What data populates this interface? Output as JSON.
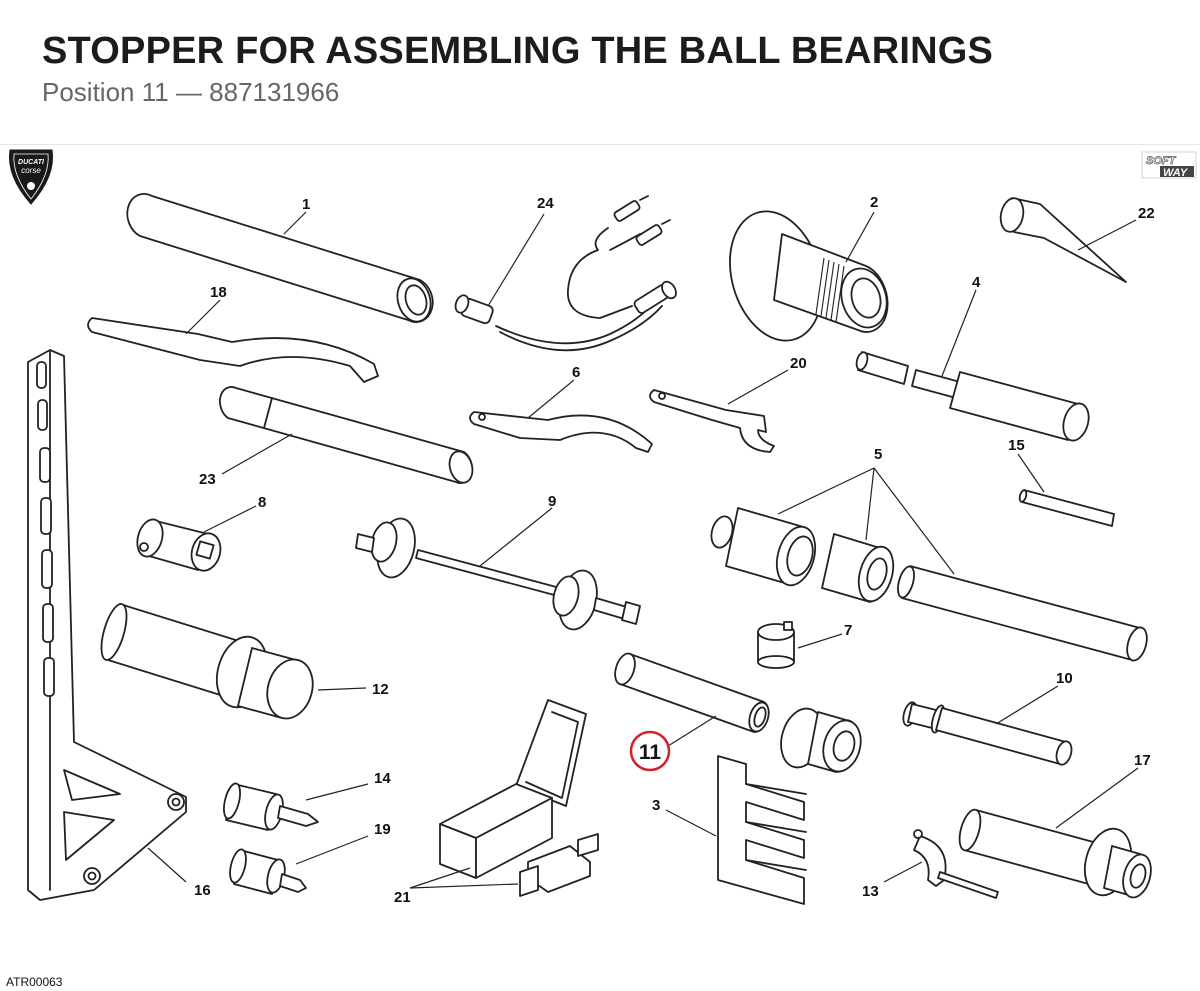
{
  "title": "STOPPER FOR ASSEMBLING THE BALL BEARINGS",
  "subtitle": {
    "position": "Position 11",
    "separator": " — ",
    "part_number": "887131966"
  },
  "brand": {
    "logo_top": "DUCATI",
    "logo_bottom": "corse",
    "software": [
      "SOFT",
      "WAY"
    ]
  },
  "footer_code": "ATR00063",
  "highlight": {
    "label": "11",
    "color": "#d42027"
  },
  "callouts": {
    "c1": "1",
    "c2": "2",
    "c3": "3",
    "c4": "4",
    "c5": "5",
    "c6": "6",
    "c7": "7",
    "c8": "8",
    "c9": "9",
    "c10": "10",
    "c12": "12",
    "c13": "13",
    "c14": "14",
    "c15": "15",
    "c16": "16",
    "c17": "17",
    "c18": "18",
    "c19": "19",
    "c20": "20",
    "c21": "21",
    "c22": "22",
    "c23": "23",
    "c24": "24"
  }
}
